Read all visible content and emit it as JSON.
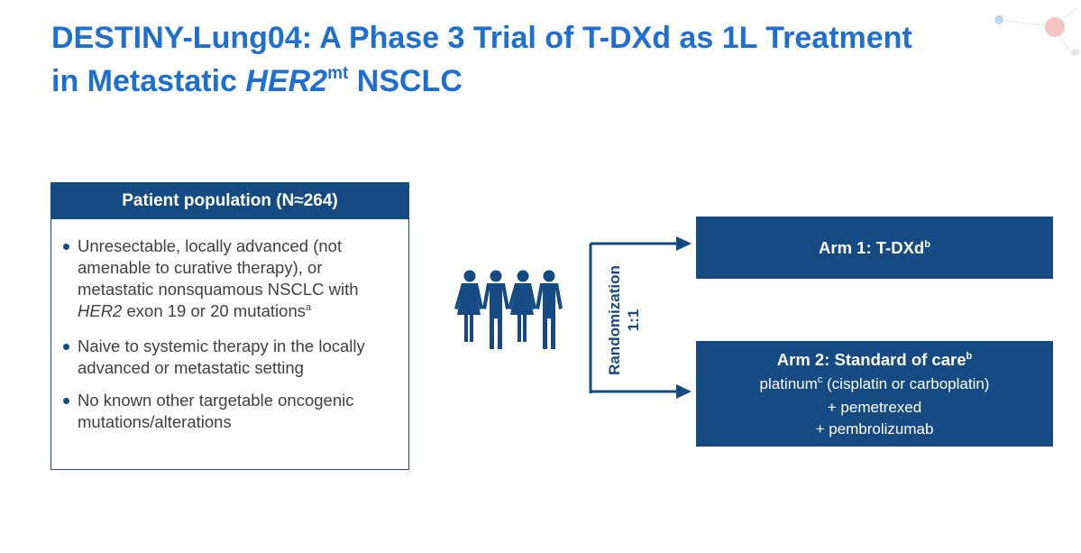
{
  "title": {
    "line1": "DESTINY-Lung04: A Phase 3 Trial of T-DXd as 1L Treatment",
    "line2_prefix": "in Metastatic ",
    "line2_gene": "HER2",
    "line2_sup": "mt",
    "line2_suffix": " NSCLC"
  },
  "population": {
    "header": "Patient population (N≈264)",
    "items": [
      {
        "text": "Unresectable, locally advanced (not amenable to curative therapy), or metastatic nonsquamous NSCLC with ",
        "gene": "HER2",
        "tail": " exon 19 or 20 mutations",
        "sup": "a"
      },
      {
        "text": "Naive to systemic therapy in the locally advanced or metastatic setting"
      },
      {
        "text": "No known other targetable oncogenic mutations/alterations"
      }
    ]
  },
  "randomization": {
    "label": "Randomization",
    "ratio": "1:1"
  },
  "arm1": {
    "title": "Arm 1: T-DXd",
    "sup": "b"
  },
  "arm2": {
    "title": "Arm 2: Standard of care",
    "title_sup": "b",
    "line1_prefix": "platinum",
    "line1_sup": "c",
    "line1_suffix": " (cisplatin or carboplatin)",
    "line2": "+ pemetrexed",
    "line3": "+ pembrolizumab"
  },
  "colors": {
    "title": "#1f6fd1",
    "navy": "#154b82",
    "text": "#404040"
  },
  "icons": [
    "patients-group-icon",
    "arrow-right-icon",
    "molecule-decoration-icon"
  ]
}
